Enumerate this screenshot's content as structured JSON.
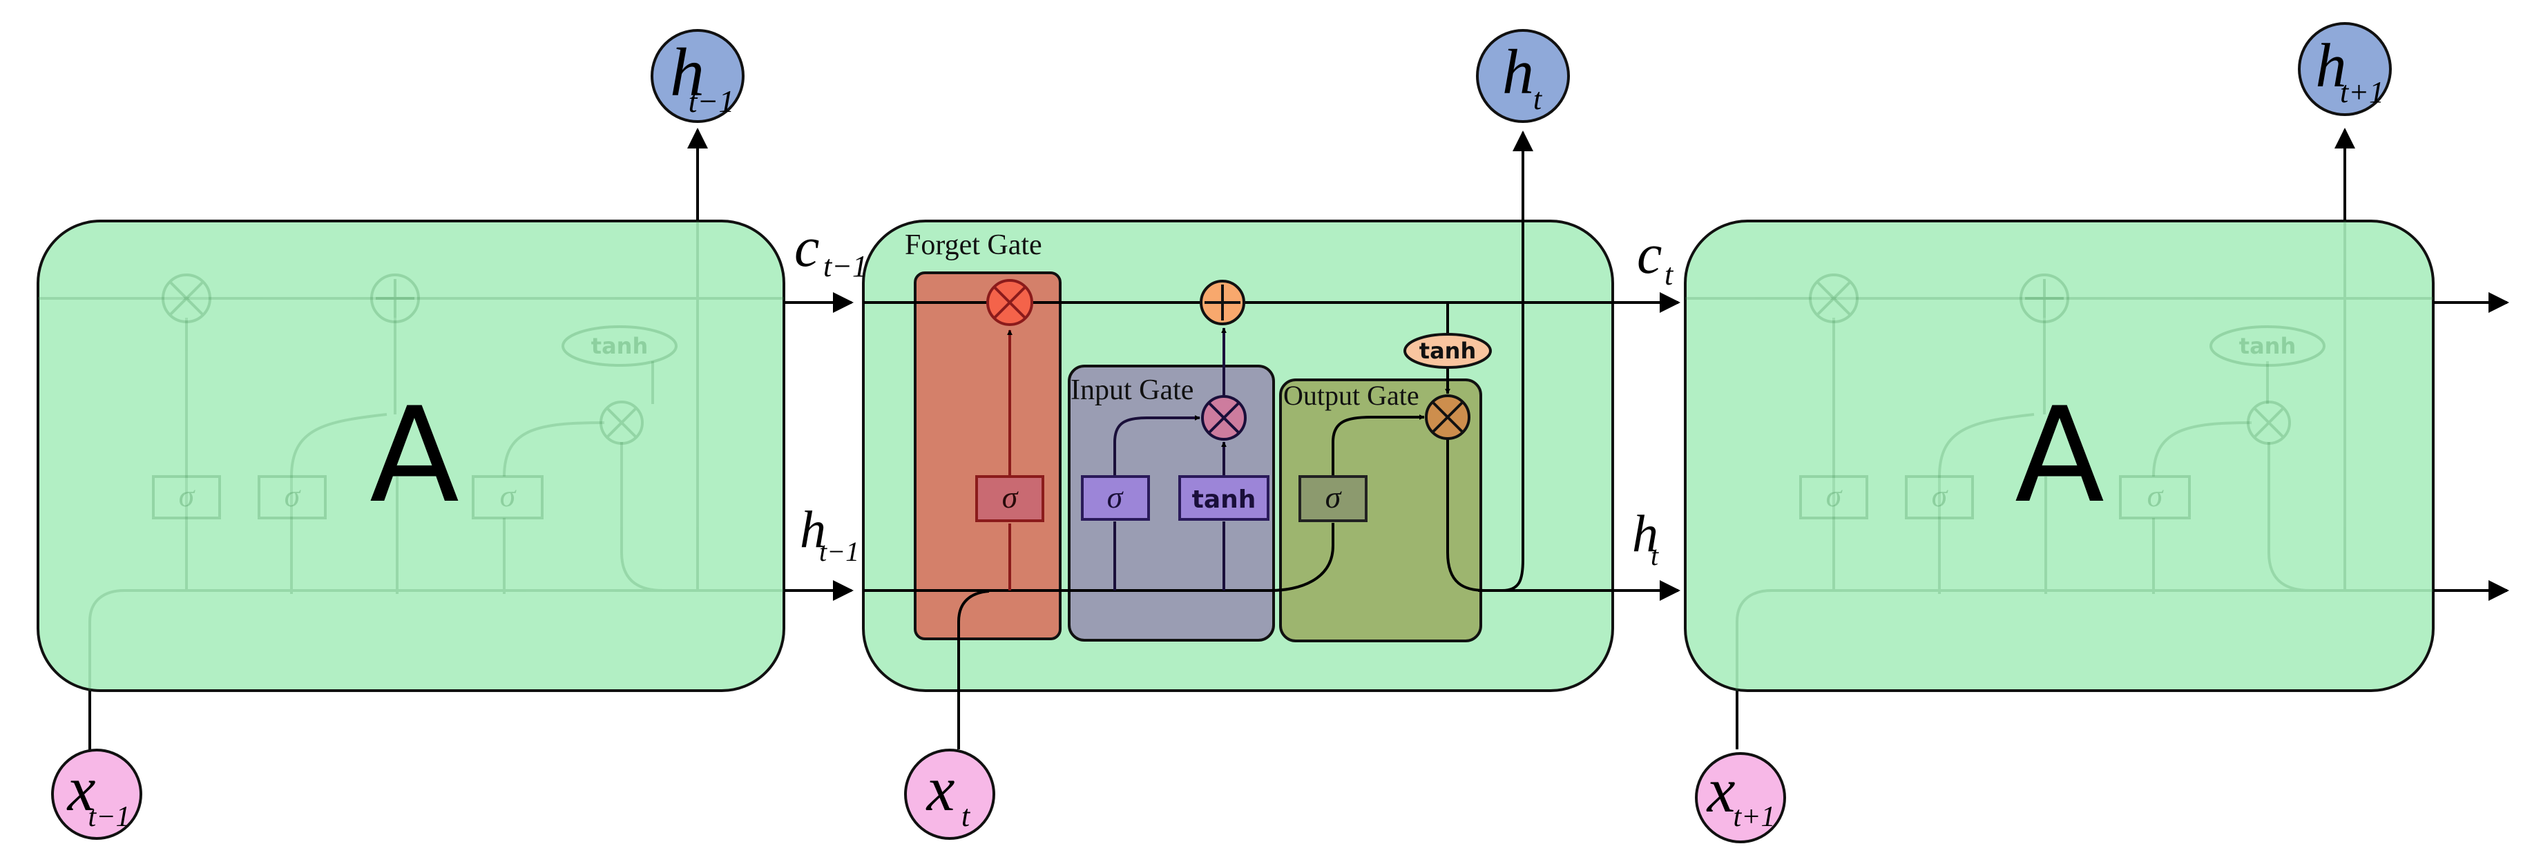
{
  "cells": {
    "left": {
      "label": "A",
      "x": "x",
      "x_sub": "t−1",
      "h": "h",
      "h_sub": "t−1"
    },
    "middle": {
      "x": "x",
      "x_sub": "t",
      "h": "h",
      "h_sub": "t"
    },
    "right": {
      "label": "A",
      "x": "x",
      "x_sub": "t+1",
      "h": "h",
      "h_sub": "t+1"
    }
  },
  "flow_labels": {
    "c_prev": {
      "main": "c",
      "sub": "t−1"
    },
    "h_prev": {
      "main": "h",
      "sub": "t−1"
    },
    "c_next": {
      "main": "c",
      "sub": "t"
    },
    "h_next": {
      "main": "h",
      "sub": "t"
    }
  },
  "gates": {
    "forget": {
      "label": "Forget Gate",
      "fn": "σ"
    },
    "input": {
      "label": "Input Gate",
      "fn_sigma": "σ",
      "fn_tanh": "tanh"
    },
    "output": {
      "label": "Output Gate",
      "fn": "σ"
    },
    "cell_tanh": "tanh"
  },
  "faded": {
    "sigma": "σ",
    "tanh": "tanh"
  },
  "colors": {
    "cell_fill": "#b2efc4",
    "forget_fill": "#d4806a",
    "input_fill": "#9a9db3",
    "output_fill": "#9db56f",
    "h_node": "#8fa9d9",
    "x_node": "#f7b8e7",
    "mul_forget": "#f4634a",
    "mul_input": "#cd7c9e",
    "mul_output": "#cd8e4d",
    "add": "#f8a86d",
    "tanh_pill": "#f9c59f",
    "sigma_purple": "#9c85d8",
    "sigma_forget": "#c96a72",
    "sigma_output": "#8c9a6e"
  }
}
